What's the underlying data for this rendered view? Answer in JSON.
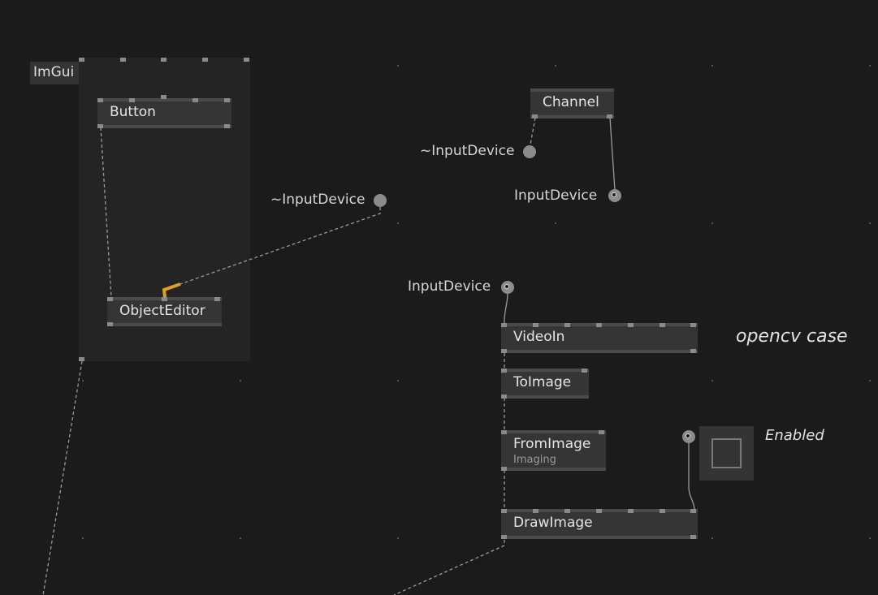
{
  "region": {
    "label": "ImGui"
  },
  "nodes": {
    "button": {
      "title": "Button"
    },
    "object_editor": {
      "title": "ObjectEditor"
    },
    "channel": {
      "title": "Channel"
    },
    "video_in": {
      "title": "VideoIn"
    },
    "to_image": {
      "title": "ToImage"
    },
    "from_image": {
      "title": "FromImage",
      "subtitle": "Imaging"
    },
    "draw_image": {
      "title": "DrawImage"
    }
  },
  "io": {
    "imgui_input_device": "~InputDevice",
    "channel_input_device_in": "~InputDevice",
    "channel_input_device_out": "InputDevice",
    "videoin_input_device": "InputDevice"
  },
  "comments": {
    "opencv_case": "opencv case",
    "enabled": "Enabled"
  },
  "colors": {
    "background": "#1b1b1b",
    "node": "#353535",
    "region": "#242424",
    "selected_link": "#e0a020",
    "link": "#9a9a9a"
  },
  "icons": {
    "toggle": "square-toggle-icon",
    "pin": "pin-icon"
  }
}
